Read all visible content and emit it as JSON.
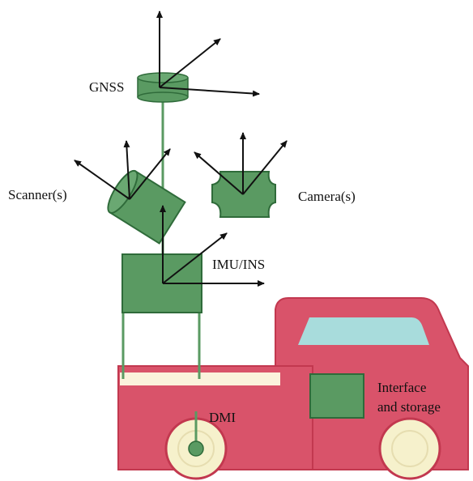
{
  "labels": {
    "gnss": "GNSS",
    "scanner": "Scanner(s)",
    "camera": "Camera(s)",
    "imu": "IMU/INS",
    "dmi": "DMI",
    "interface_line1": "Interface",
    "interface_line2": "and storage"
  },
  "colors": {
    "sensor_green": "#5a9a62",
    "sensor_edge": "#2f6b3a",
    "truck_body": "#d9536a",
    "truck_edge": "#c2384f",
    "window": "#a8dcdc",
    "wheel_rim": "#f6f1cc",
    "stripe": "#fbf2dc",
    "arrow": "#111111"
  }
}
